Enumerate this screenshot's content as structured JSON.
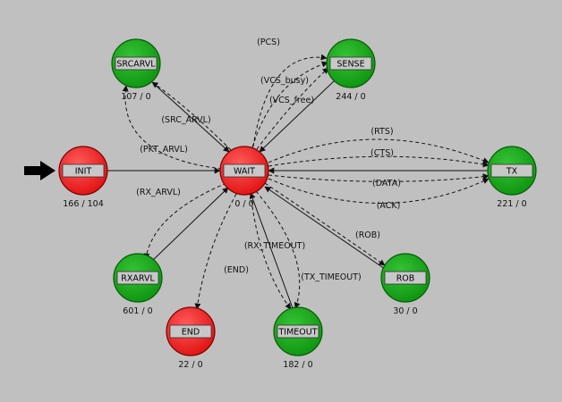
{
  "colors": {
    "forced": "#e81010",
    "unforced": "#119a11",
    "background": "#c0c0c0"
  },
  "states": [
    {
      "id": "INIT",
      "name": "INIT",
      "count": "166 / 104",
      "kind": "forced",
      "initial": true
    },
    {
      "id": "WAIT",
      "name": "WAIT",
      "count": "0 / 0",
      "kind": "forced"
    },
    {
      "id": "SRCARVL",
      "name": "SRCARVL",
      "count": "107 / 0",
      "kind": "unforced"
    },
    {
      "id": "SENSE",
      "name": "SENSE",
      "count": "244 / 0",
      "kind": "unforced"
    },
    {
      "id": "TX",
      "name": "TX",
      "count": "221 / 0",
      "kind": "unforced"
    },
    {
      "id": "RXARVL",
      "name": "RXARVL",
      "count": "601 / 0",
      "kind": "unforced"
    },
    {
      "id": "END",
      "name": "END",
      "count": "22 / 0",
      "kind": "forced"
    },
    {
      "id": "TIMEOUT",
      "name": "TIMEOUT",
      "count": "182 / 0",
      "kind": "unforced"
    },
    {
      "id": "ROB",
      "name": "ROB",
      "count": "30 / 0",
      "kind": "unforced"
    }
  ],
  "transitions": [
    {
      "from": "INIT",
      "to": "WAIT",
      "label": "",
      "dashed": false
    },
    {
      "from": "WAIT",
      "to": "SRCARVL",
      "label": "(SRC_ARVL)",
      "dashed": true
    },
    {
      "from": "SRCARVL",
      "to": "WAIT",
      "label": "",
      "dashed": false
    },
    {
      "from": "WAIT",
      "to": "SENSE",
      "label": "(PCS)",
      "dashed": true
    },
    {
      "from": "WAIT",
      "to": "SENSE",
      "label": "(VCS_busy)",
      "dashed": true
    },
    {
      "from": "WAIT",
      "to": "SENSE",
      "label": "(VCS_free)",
      "dashed": true
    },
    {
      "from": "SENSE",
      "to": "WAIT",
      "label": "",
      "dashed": false
    },
    {
      "from": "WAIT",
      "to": "TX",
      "label": "(RTS)",
      "dashed": true
    },
    {
      "from": "WAIT",
      "to": "TX",
      "label": "(CTS)",
      "dashed": true
    },
    {
      "from": "TX",
      "to": "WAIT",
      "label": "",
      "dashed": false
    },
    {
      "from": "WAIT",
      "to": "TX",
      "label": "(DATA)",
      "dashed": true
    },
    {
      "from": "WAIT",
      "to": "TX",
      "label": "(ACK)",
      "dashed": true
    },
    {
      "from": "WAIT",
      "to": "SRCARVL",
      "label": "(PKT_ARVL)",
      "dashed": true
    },
    {
      "from": "WAIT",
      "to": "RXARVL",
      "label": "(RX_ARVL)",
      "dashed": true
    },
    {
      "from": "RXARVL",
      "to": "WAIT",
      "label": "",
      "dashed": false
    },
    {
      "from": "WAIT",
      "to": "END",
      "label": "(END)",
      "dashed": true
    },
    {
      "from": "WAIT",
      "to": "TIMEOUT",
      "label": "(RX_TIMEOUT)",
      "dashed": true
    },
    {
      "from": "WAIT",
      "to": "TIMEOUT",
      "label": "(TX_TIMEOUT)",
      "dashed": true
    },
    {
      "from": "TIMEOUT",
      "to": "WAIT",
      "label": "",
      "dashed": false
    },
    {
      "from": "WAIT",
      "to": "ROB",
      "label": "(ROB)",
      "dashed": true
    },
    {
      "from": "ROB",
      "to": "WAIT",
      "label": "",
      "dashed": false
    }
  ]
}
